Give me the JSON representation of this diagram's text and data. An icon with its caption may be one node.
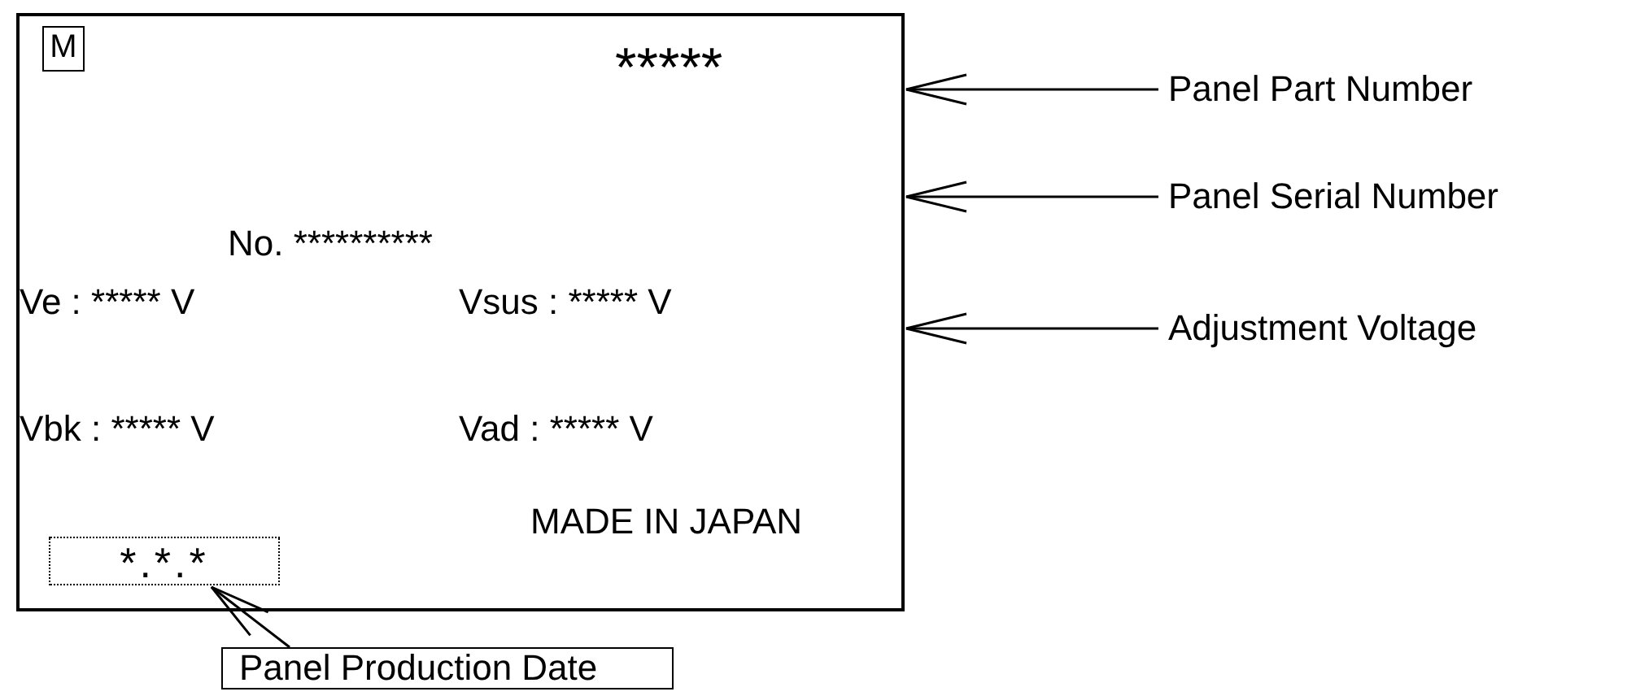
{
  "diagram": {
    "nodes": [
      {
        "text": [],
        "shape": "box"
      },
      {
        "text": [
          "M"
        ],
        "in": 0
      },
      {
        "text": [
          "*.*.*"
        ],
        "in": 0
      },
      {
        "text": [
          "Panel Part Number"
        ]
      },
      {
        "text": [
          "Panel Serial Number"
        ]
      },
      {
        "text": [
          "Adjustment Voltage"
        ]
      },
      {
        "text": [
          "Panel Production Date"
        ]
      }
    ],
    "edges": [
      {
        "from": 3,
        "to": 0,
        "arrow": "to"
      },
      {
        "from": 4,
        "to": 0,
        "arrow": "to"
      },
      {
        "from": 5,
        "to": 0,
        "arrow": "to"
      },
      {
        "from": 6,
        "to": 2,
        "arrow": "to"
      }
    ],
    "labels": [
      "*****",
      "No. **********",
      "Ve : ***** V",
      "Vsus : ***** V",
      "Vbk : ***** V",
      "Vad : ***** V",
      "MADE IN JAPAN"
    ]
  }
}
